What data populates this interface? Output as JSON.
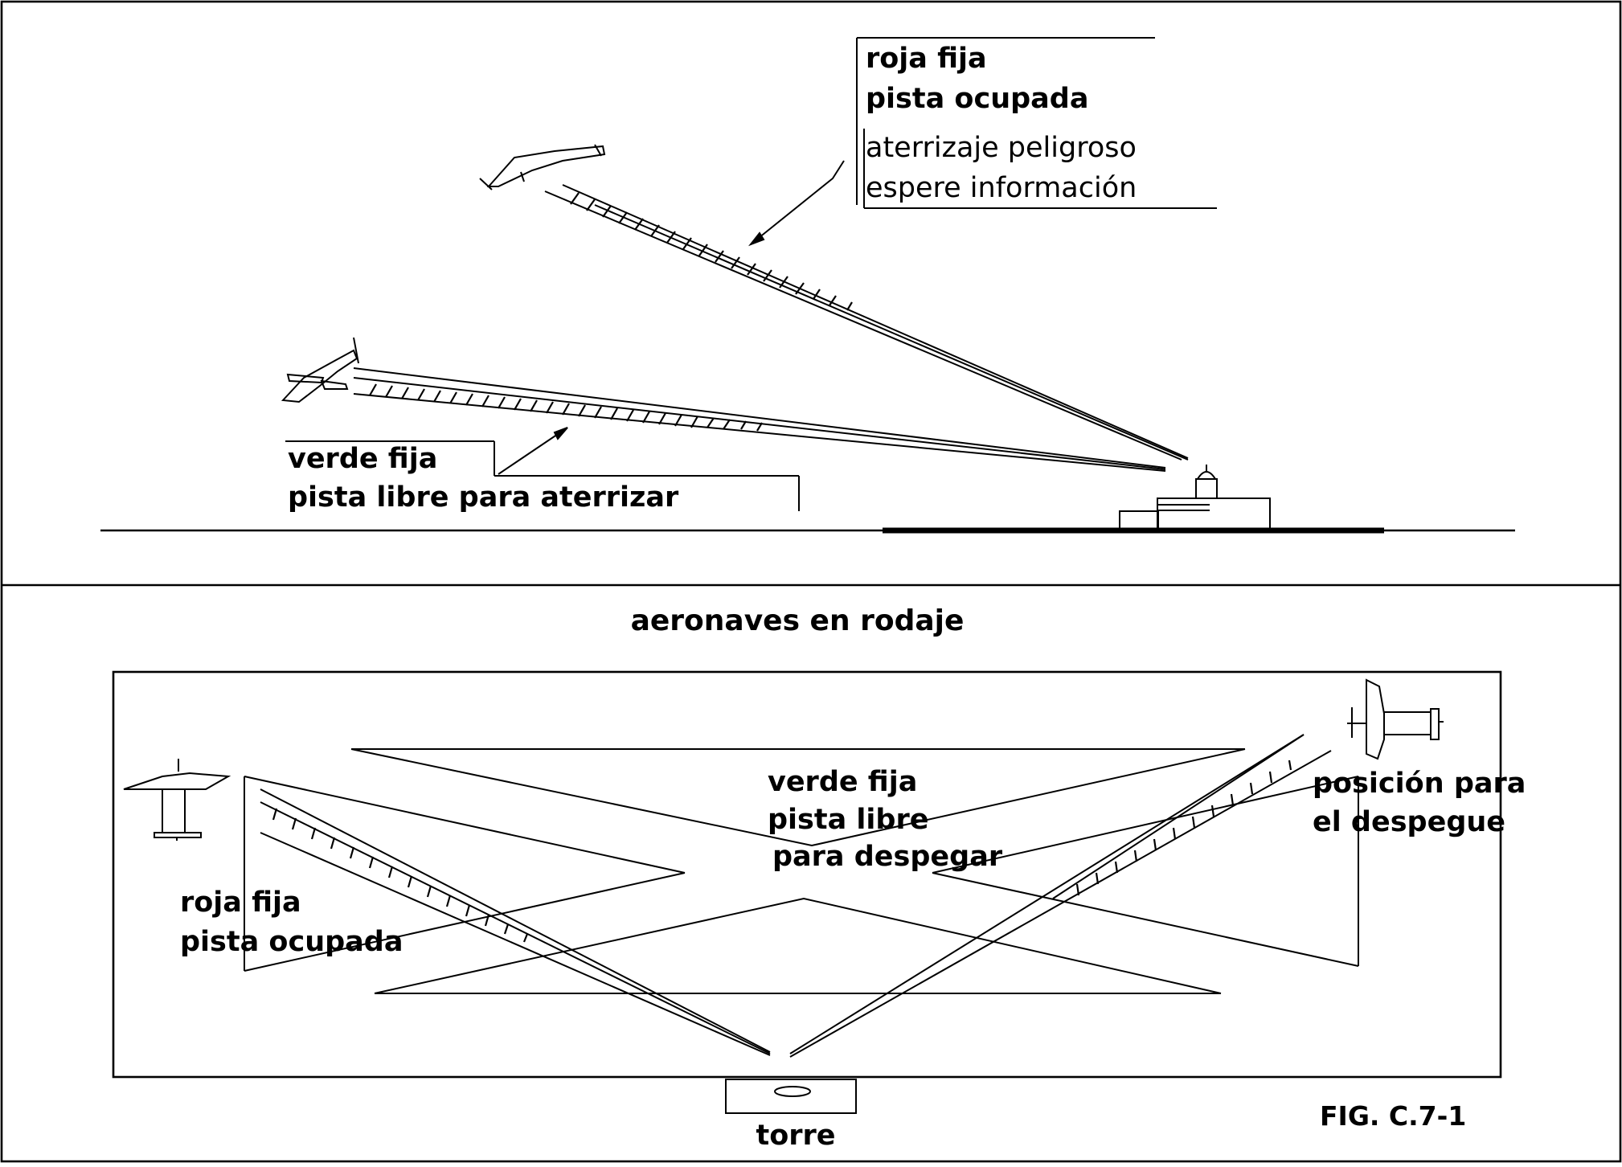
{
  "top_panel": {
    "red_label": {
      "line1": "roja fija",
      "line2": "pista ocupada",
      "line3": "aterrizaje peligroso",
      "line4": "espere información"
    },
    "green_label": {
      "line1": "verde fija",
      "line2": "pista libre para aterrizar"
    }
  },
  "bottom_panel": {
    "title": "aeronaves en rodaje",
    "green_label": {
      "line1": "verde fija",
      "line2": "pista libre",
      "line3": "para despegar"
    },
    "takeoff_label": {
      "line1": "posición para",
      "line2": "el despegue"
    },
    "red_label": {
      "line1": "roja fija",
      "line2": "pista ocupada"
    },
    "tower_label": "torre",
    "figure_label": "FIG. C.7-1"
  }
}
